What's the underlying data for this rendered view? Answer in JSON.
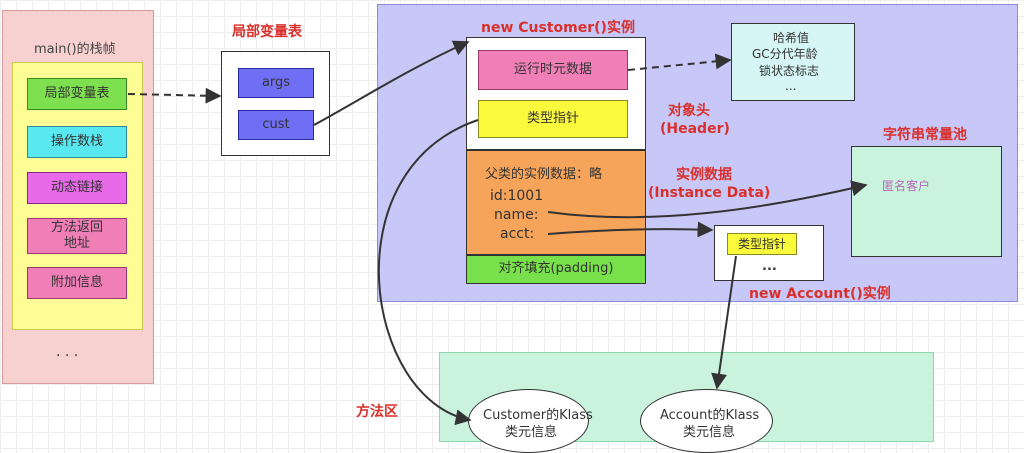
{
  "stack_frame": {
    "title": "main()的栈帧",
    "items": [
      "局部变量表",
      "操作数栈",
      "动态链接",
      "方法返回\n地址",
      "附加信息"
    ],
    "more": "· · ·"
  },
  "local_vars": {
    "title": "局部变量表",
    "slots": [
      "args",
      "cust"
    ]
  },
  "customer_object": {
    "title": "new Customer()实例",
    "runtime_meta": "运行时元数据",
    "type_pointer": "类型指针",
    "header_label": "对象头",
    "header_label_en": "(Header)",
    "parent_data": "父类的实例数据：略",
    "fields": [
      "id:1001",
      "name:",
      "acct:"
    ],
    "instance_label": "实例数据",
    "instance_label_en": "(Instance Data)",
    "padding": "对齐填充(padding)"
  },
  "mark_word": [
    "哈希值",
    "GC分代年龄",
    "锁状态标志",
    "..."
  ],
  "string_pool": {
    "title": "字符串常量池",
    "value": "匿名客户"
  },
  "account_object": {
    "title": "new Account()实例",
    "type_pointer": "类型指针",
    "more": "..."
  },
  "method_area": {
    "title": "方法区",
    "klass_customer": "Customer的Klass",
    "klass_customer_sub": "类元信息",
    "klass_account": "Account的Klass",
    "klass_account_sub": "类元信息"
  },
  "colors": {
    "stack_bg": "#f7d0d0",
    "stack_inner": "#fdfd96",
    "heap_bg": "#c8c8f8",
    "method_area_bg": "#c9f3dd",
    "orange": "#f5a45a",
    "slot_blue": "#6f6ff5",
    "pink": "#f07fb8",
    "yellow": "#fafa3c",
    "green": "#78e04a",
    "cyan": "#5ae8f0",
    "magenta": "#e86ae8"
  }
}
